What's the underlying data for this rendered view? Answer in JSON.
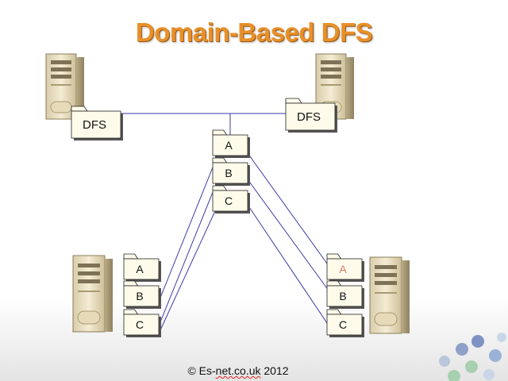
{
  "slide": {
    "title": "Domain-Based DFS",
    "footer": {
      "prefix": "© Es-",
      "mid": "net.co.uk",
      "suffix": " 2012"
    }
  },
  "diagram": {
    "nodes": {
      "dfs_left": {
        "label": "DFS",
        "color": "#111111"
      },
      "dfs_right": {
        "label": "DFS",
        "color": "#111111"
      },
      "root_a": {
        "label": "A",
        "color": "#111111"
      },
      "root_b": {
        "label": "B",
        "color": "#111111"
      },
      "root_c": {
        "label": "C",
        "color": "#111111"
      },
      "left_a": {
        "label": "A",
        "color": "#111111"
      },
      "left_b": {
        "label": "B",
        "color": "#111111"
      },
      "left_c": {
        "label": "C",
        "color": "#111111"
      },
      "right_a": {
        "label": "A",
        "color": "#e07a6a"
      },
      "right_b": {
        "label": "B",
        "color": "#111111"
      },
      "right_c": {
        "label": "C",
        "color": "#111111"
      }
    },
    "edges": [
      [
        "dfs_left",
        "dfs_right"
      ],
      [
        "root_a",
        "left_b"
      ],
      [
        "root_a",
        "right_a"
      ],
      [
        "root_b",
        "left_c"
      ],
      [
        "root_b",
        "right_b"
      ],
      [
        "root_c",
        "left_c"
      ],
      [
        "root_c",
        "right_c"
      ]
    ],
    "colors": {
      "line": "#3a3aa8",
      "folder_fill": "#fffbea",
      "folder_border": "#222222",
      "server_body": "#efe4c4"
    }
  }
}
